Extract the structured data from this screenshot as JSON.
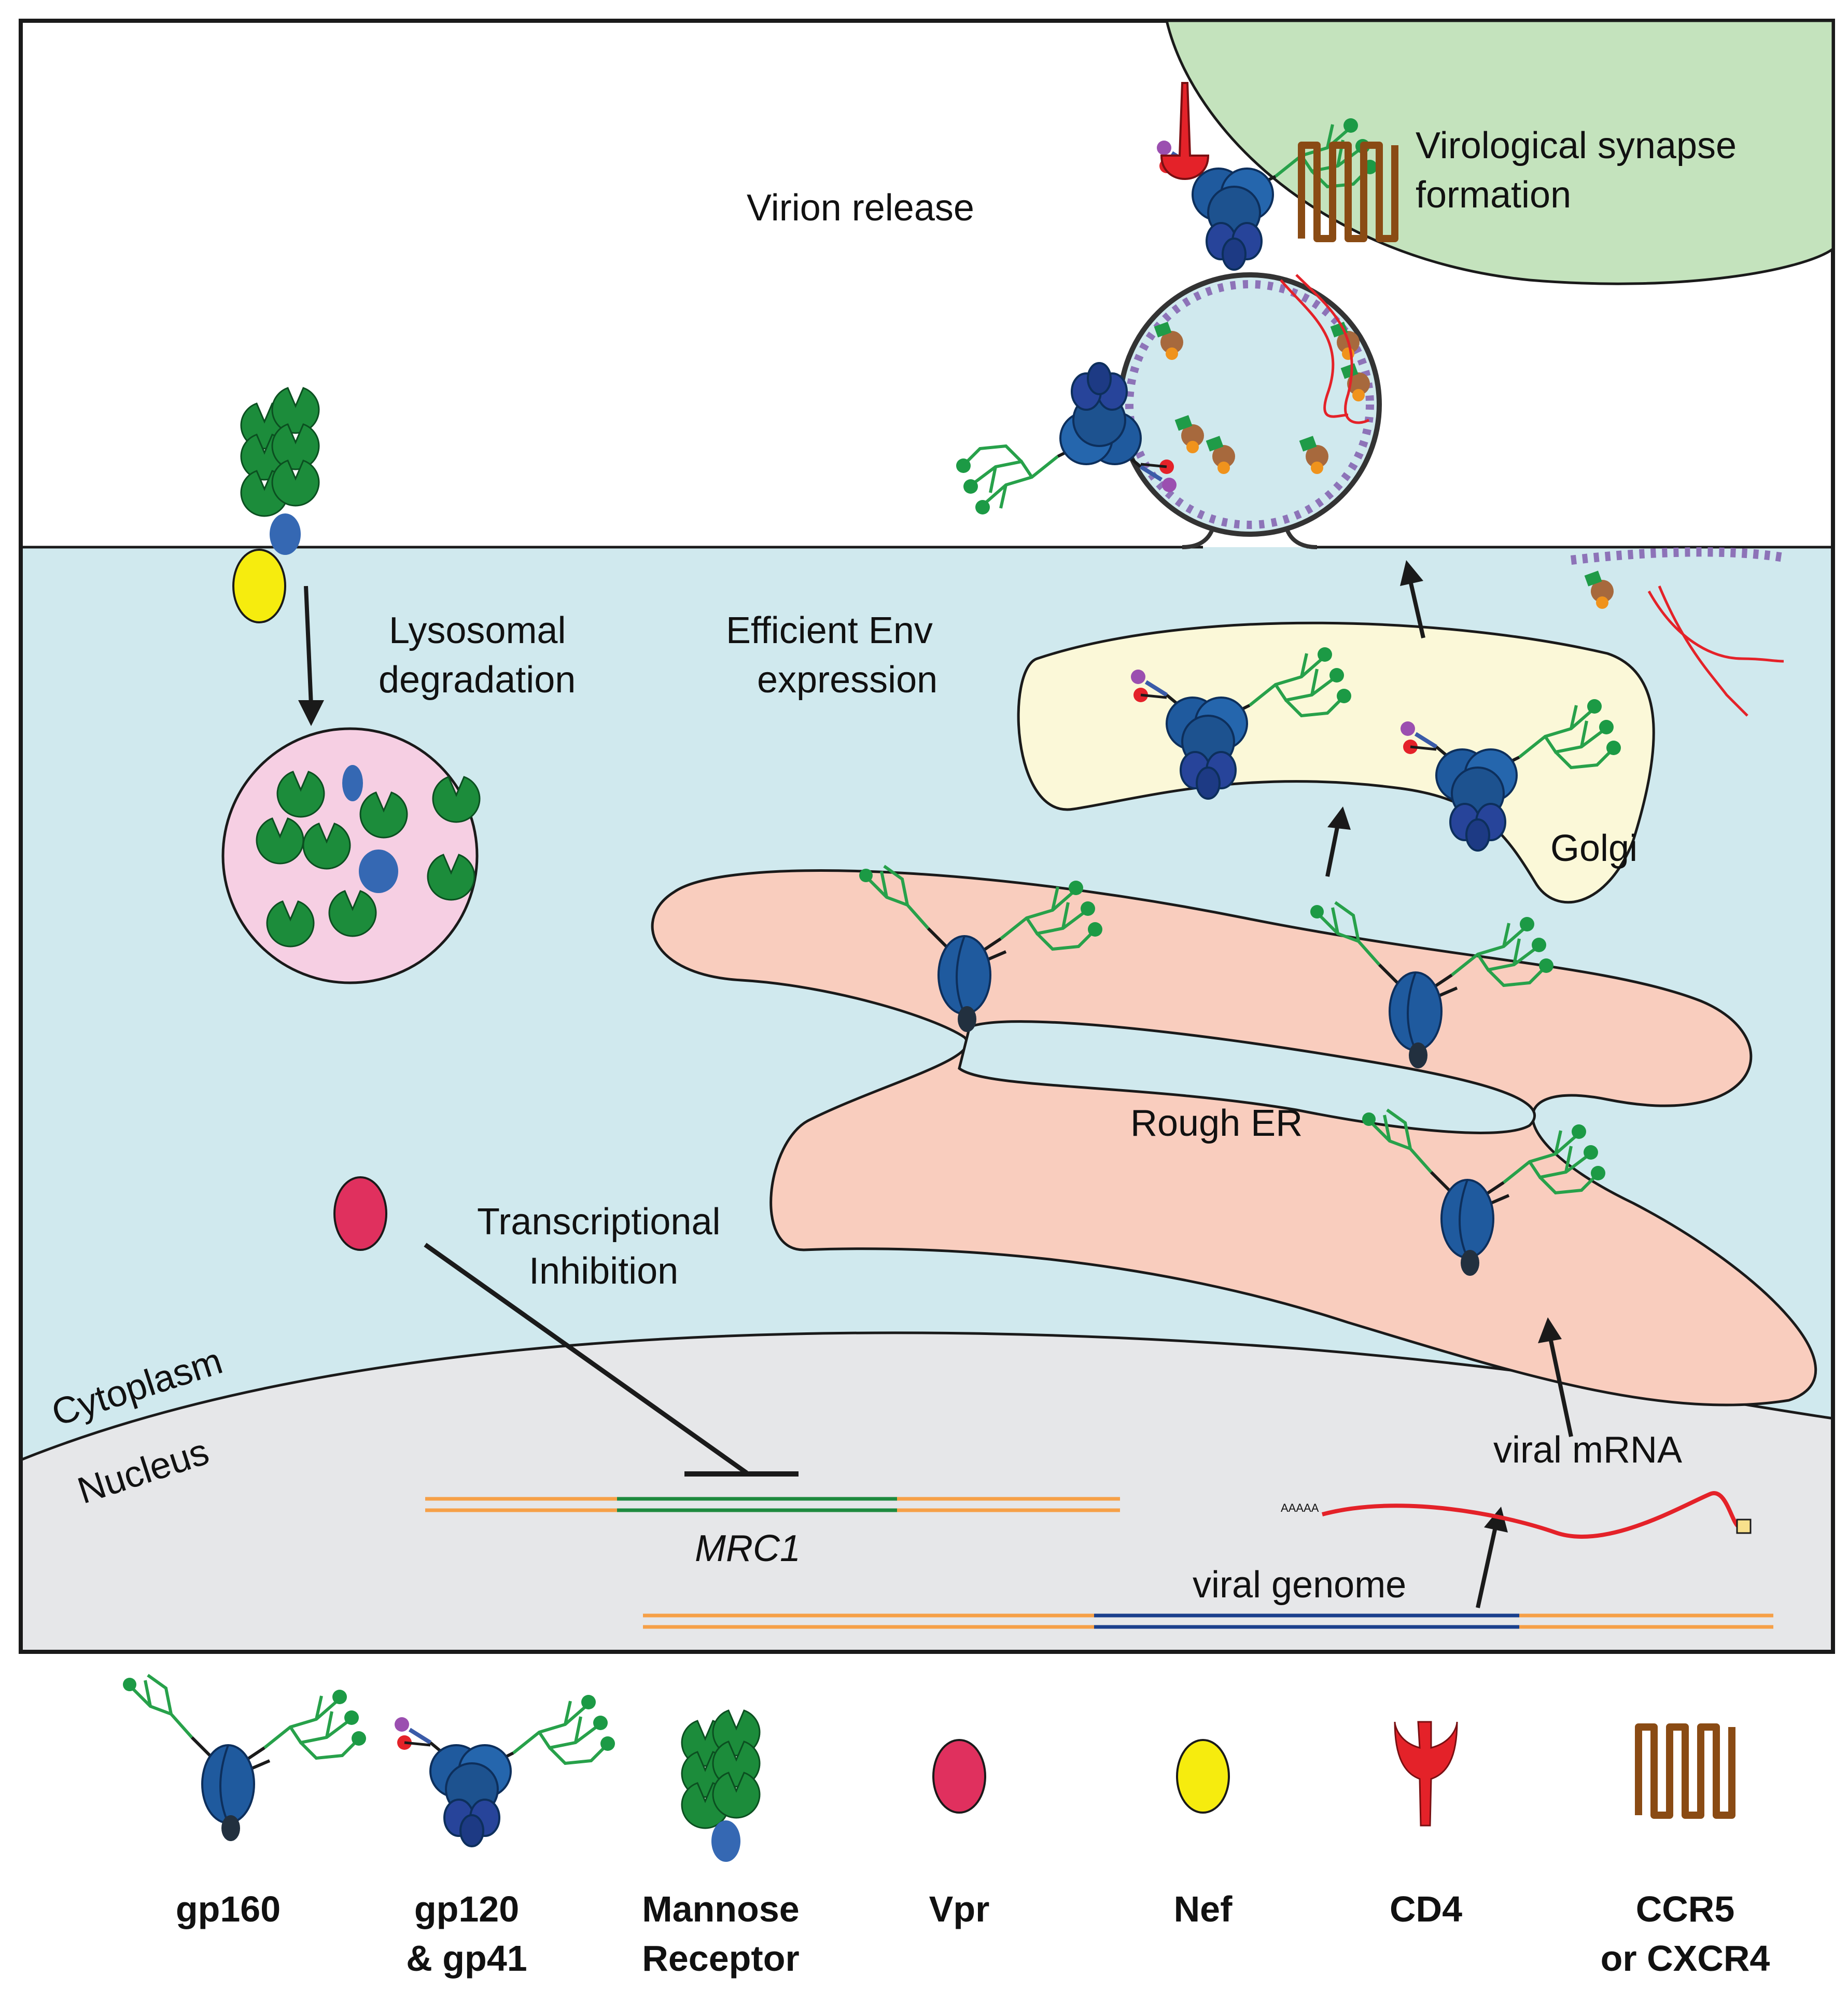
{
  "regions": {
    "cytoplasm": "Cytoplasm",
    "nucleus": "Nucleus",
    "synapse_line1": "Virological synapse",
    "synapse_line2": "formation"
  },
  "processes": {
    "virion_release": "Virion release",
    "lysosomal_line1": "Lysosomal",
    "lysosomal_line2": "degradation",
    "env_line1": "Efficient Env",
    "env_line2": "expression",
    "golgi": "Golgi",
    "rough_er": "Rough ER",
    "transcription_line1": "Transcriptional",
    "transcription_line2": "Inhibition",
    "viral_mrna": "viral mRNA",
    "polya": "AAAAA",
    "gene": "MRC1",
    "viral_genome": "viral genome"
  },
  "legend": {
    "gp160": "gp160",
    "gp120_line1": "gp120",
    "gp120_line2": "& gp41",
    "mannose_line1": "Mannose",
    "mannose_line2": "Receptor",
    "vpr": "Vpr",
    "nef": "Nef",
    "cd4": "CD4",
    "ccr5_line1": "CCR5",
    "ccr5_line2": "or CXCR4"
  },
  "colors": {
    "cytoplasm": "#d0e9ee",
    "nucleus": "#e6e7e9",
    "target_cell": "#c4e3bd",
    "lysosome": "#f6cfe3",
    "golgi": "#fbf8d8",
    "rough_er": "#f9cdbe",
    "env_blue": "#1f5a9e",
    "glycan_green": "#27a14a",
    "mannose_green": "#1c8c3b",
    "vpr": "#e0305e",
    "nef": "#f6ec0e",
    "cd4": "#e42229",
    "coreceptor": "#8a4b14",
    "rna": "#e42229",
    "host_dna": "#f6a047",
    "mrc1_gene": "#1e8a3e",
    "viral_dna": "#1a3f8c"
  }
}
